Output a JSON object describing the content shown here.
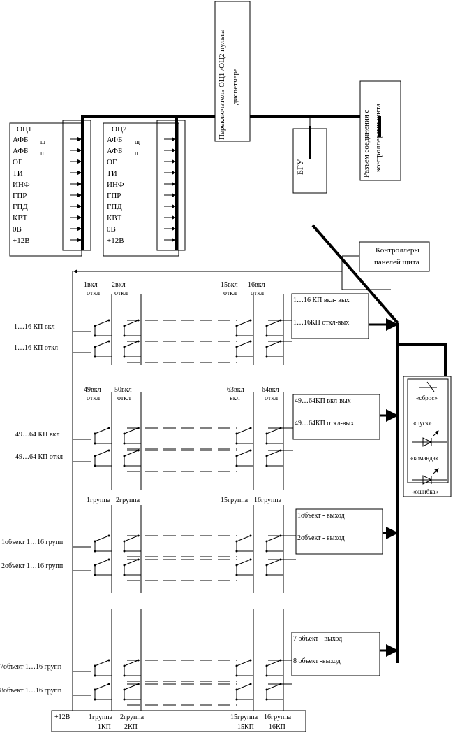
{
  "oc1": {
    "title": "ОЦ1",
    "signals": [
      "АФБ",
      "АФБ",
      "ОГ",
      "ТИ",
      "ИНФ",
      "ГПР",
      "ГПД",
      "КВТ",
      "0В",
      "+12В"
    ],
    "subs": [
      "щ",
      "п"
    ]
  },
  "oc2": {
    "title": "ОЦ2",
    "signals": [
      "АФБ",
      "АФБ",
      "ОГ",
      "ТИ",
      "ИНФ",
      "ГПР",
      "ГПД",
      "КВТ",
      "0В",
      "+12В"
    ],
    "subs": [
      "щ",
      "п"
    ]
  },
  "switch_box": [
    "Переключатель ОЦ1 /ОЦ2 пульта",
    "диспетчера"
  ],
  "bgu": "БГУ",
  "connector_box": [
    "Разъем соединения с",
    "контроллерами щита"
  ],
  "controllers_box": [
    "Контроллеры",
    "панелей щита"
  ],
  "indicator_panel": {
    "reset": "«сброс»",
    "start": "«пуск»",
    "command": "«команда»",
    "error": "«ошибка»"
  },
  "block1": {
    "col_labels": [
      [
        "1вкл",
        "откл"
      ],
      [
        "2вкл",
        "откл"
      ],
      [
        "15вкл",
        "откл"
      ],
      [
        "16вкл",
        "откл"
      ]
    ],
    "row_labels": [
      "1…16 КП вкл",
      "1…16 КП откл"
    ],
    "box_lines": [
      "1…16 КП вкл- вых",
      "1…16КП откл-вых"
    ]
  },
  "block2": {
    "col_labels": [
      [
        "49вкл",
        "откл"
      ],
      [
        "50вкл",
        "откл"
      ],
      [
        "63вкл",
        "вкл"
      ],
      [
        "64вкл",
        "откл"
      ]
    ],
    "row_labels": [
      "49…64 КП вкл",
      "49…64 КП откл"
    ],
    "box_lines": [
      "49…64КП вкл-вых",
      "49…64КП откл-вых"
    ]
  },
  "block3": {
    "col_labels": [
      "1группа",
      "2группа",
      "15группа",
      "16группа"
    ],
    "row_labels": [
      "1объект 1…16 групп",
      "2объект 1…16 групп"
    ],
    "box_lines": [
      "1объект - выход",
      "2объект - выход"
    ]
  },
  "block4": {
    "row_labels": [
      "7объект 1…16 групп",
      "8объект 1…16 групп"
    ],
    "box_lines": [
      "7 объект - выход",
      "8 объект -выход"
    ]
  },
  "bottom_bar": {
    "power": "+12В",
    "cols": [
      [
        "1группа",
        "1КП"
      ],
      [
        "2группа",
        "2КП"
      ],
      [
        "15группа",
        "15КП"
      ],
      [
        "16группа",
        "16КП"
      ]
    ]
  }
}
